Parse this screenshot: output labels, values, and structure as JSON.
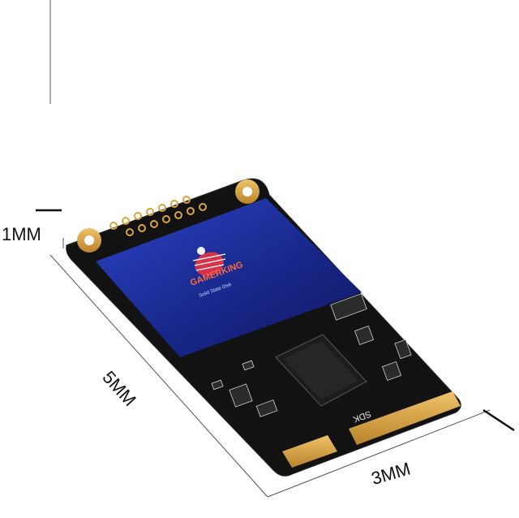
{
  "dimensions": {
    "height_label": "1MM",
    "length_label": "5MM",
    "width_label": "3MM"
  },
  "product": {
    "brand": "GAMERKING",
    "tagline": "Solid State Disk",
    "edge_mark": "SDK"
  },
  "colors": {
    "pcb": "#111111",
    "label_blue": "#1a2f9a",
    "gold": "#d9a441",
    "brand_red": "#d8324a"
  }
}
